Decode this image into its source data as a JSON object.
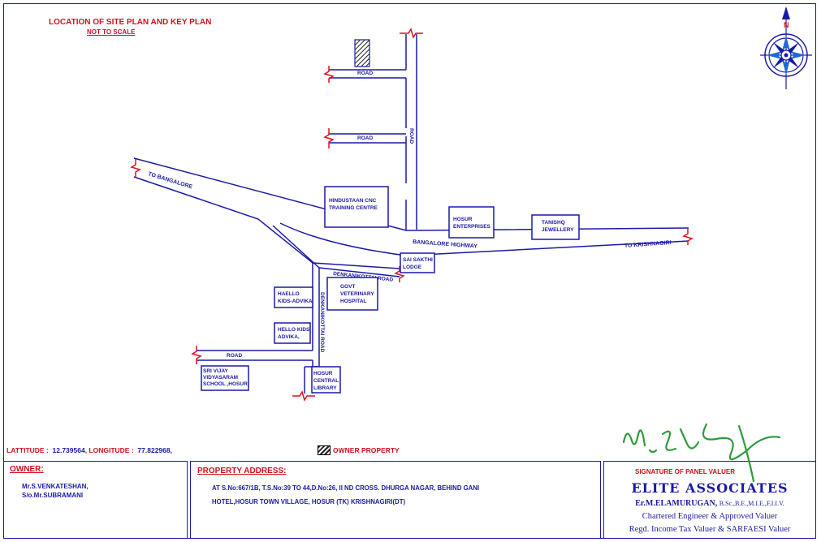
{
  "header": {
    "title": "LOCATION OF SITE PLAN AND KEY PLAN",
    "subtitle": "NOT TO SCALE"
  },
  "map": {
    "road_label_1": "ROAD",
    "road_label_2": "ROAD",
    "road_vertical": "ROAD",
    "road_label_3": "ROAD",
    "to_bangalore": "TO BANGALORE",
    "bangalore_highway": "BANGALORE HIGHWAY",
    "to_krishnagiri": "TO KRISHNAGIRI",
    "denkanikottai_road": "DENKANIKOTTAI ROAD",
    "denkanikottai_road_v": "DENKANIKOTTAI ROAD",
    "compass_letter": "N",
    "buildings": {
      "hindustaan_1": "HINDUSTAAN CNC",
      "hindustaan_2": "TRAINING CENTRE",
      "hosur_ent_1": "HOSUR",
      "hosur_ent_2": "ENTERPRISES",
      "tanishq_1": "TANISHQ",
      "tanishq_2": "JEWELLERY",
      "sai_1": "SAI SAKTHI",
      "sai_2": "LODGE",
      "govt_1": "GOVT",
      "govt_2": "VETERINARY",
      "govt_3": "HOSPITAL",
      "haello_1": "HAELLO",
      "haello_2": "KIDS-ADVIKA",
      "hello_1": "HELLO KIDS",
      "hello_2": "ADVIKA,",
      "svv_1": "SRI VIJAY",
      "svv_2": "VIDYASARAM",
      "svv_3": "SCHOOL ,HOSUR",
      "lib_1": "HOSUR",
      "lib_2": "CENTRAL",
      "lib_3": "LIBRARY"
    }
  },
  "coords": {
    "lat_label": "LATTITUDE :",
    "lat_value": "12.739564",
    "lon_label": ", LONGITUDE :",
    "lon_value": "77.822968,"
  },
  "legend": {
    "label": "OWNER PROPERTY"
  },
  "owner": {
    "label": "OWNER:",
    "name": "Mr.S.VENKATESHAN,",
    "relation": "S/o.Mr.SUBRAMANI"
  },
  "address": {
    "label": "PROPERTY ADDRESS:",
    "line1": "AT S.No:667/1B, T.S.No:39 TO 44,D.No:26, II ND CROSS. DHURGA NAGAR, BEHIND GANI",
    "line2": "HOTEL,HOSUR TOWN VILLAGE, HOSUR (TK) KRISHNAGIRI(DT)"
  },
  "signature": {
    "label": "SIGNATURE OF PANEL VALUER",
    "company": "ELITE ASSOCIATES",
    "name": "Er.M.ELAMURUGAN,",
    "quals": "B.Sc.,B.E.,M.I.E.,F.I.I.V.",
    "line1": "Chartered Engineer & Approved Valuer",
    "line2": "Regd. Income Tax Valuer & SARFAESI Valuer"
  },
  "colors": {
    "road_blue": "#1a1aa6",
    "label_red": "#d40f1c",
    "signature_green": "#2e9a3a"
  }
}
